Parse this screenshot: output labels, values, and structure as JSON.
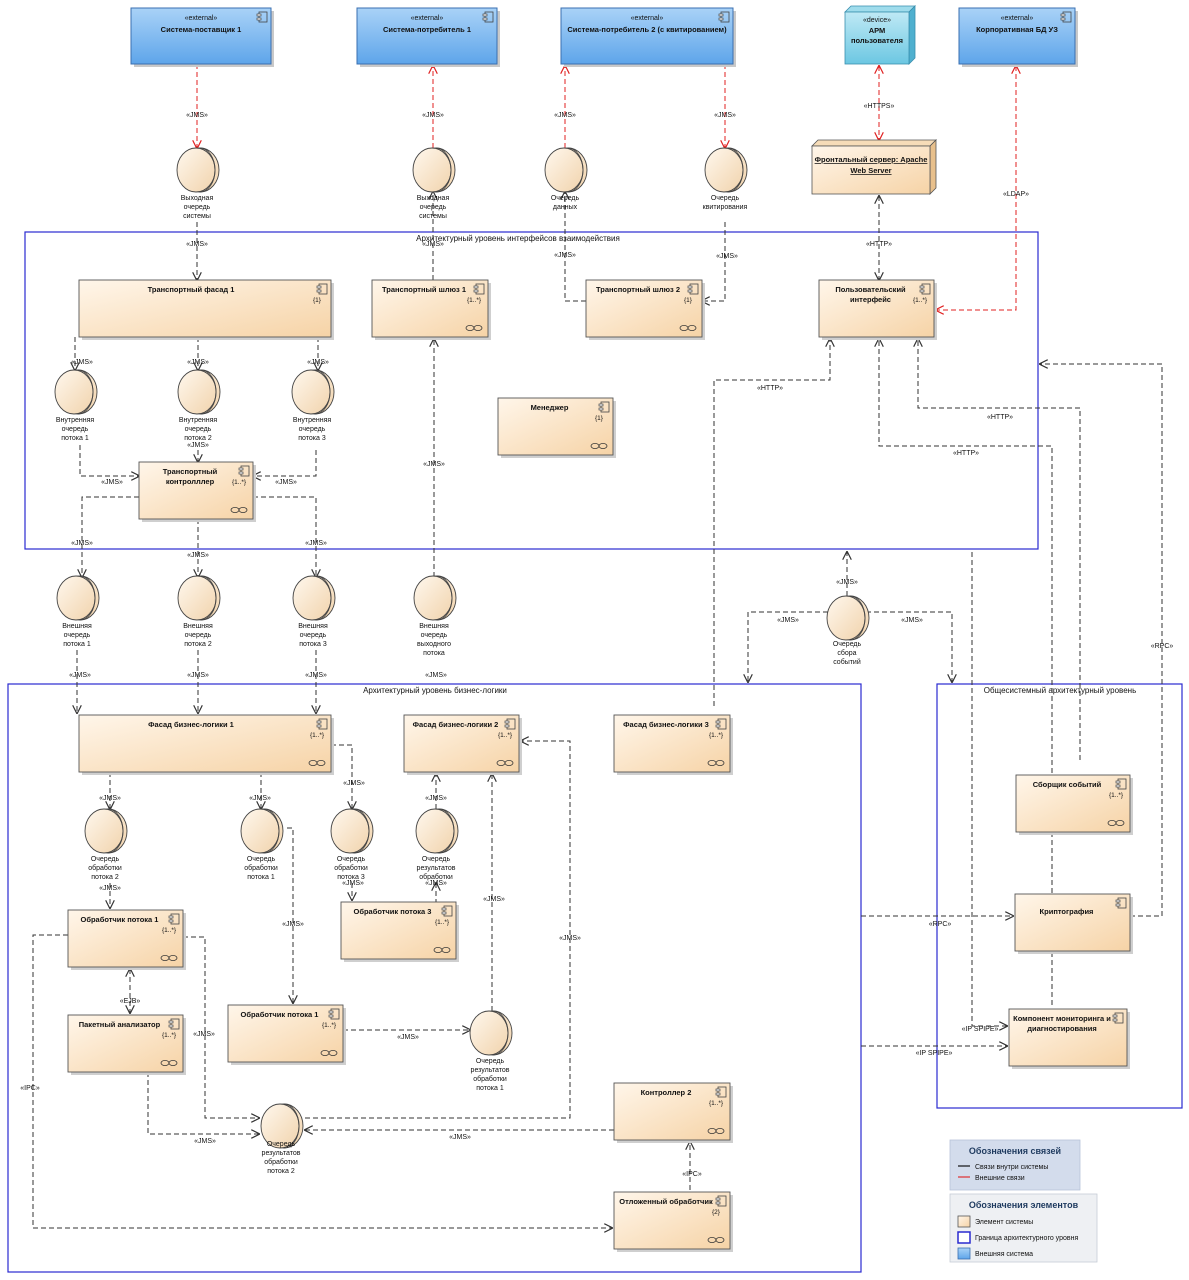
{
  "external_systems": [
    {
      "id": "supplier",
      "stereotype": "«external»",
      "name": "Система-поставщик 1"
    },
    {
      "id": "consumer1",
      "stereotype": "«external»",
      "name": "Система-потребитель 1"
    },
    {
      "id": "consumer2",
      "stereotype": "«external»",
      "name": "Система-потребитель 2 (с квитированием)"
    },
    {
      "id": "arm",
      "stereotype": "«device»",
      "name": [
        "АРМ",
        "пользователя"
      ]
    },
    {
      "id": "corpdb",
      "stereotype": "«external»",
      "name": "Корпоративная БД УЗ"
    }
  ],
  "frontend_server": {
    "name": [
      "Фронтальный сервер: Apache",
      "Web Server"
    ]
  },
  "boundaries": [
    {
      "id": "interface",
      "title": "Архитектурный уровень интерфейсов взаимодействия"
    },
    {
      "id": "business",
      "title": "Архитектурный уровень бизнес-логики"
    },
    {
      "id": "system",
      "title": "Общесистемный архитектурный уровень"
    }
  ],
  "components": [
    {
      "id": "tf1",
      "name": [
        "Транспортный фасад 1"
      ],
      "mult": "{1}",
      "ovals": false
    },
    {
      "id": "tg1",
      "name": [
        "Транспортный шлюз 1"
      ],
      "mult": "{1..*}",
      "ovals": true
    },
    {
      "id": "tg2",
      "name": [
        "Транспортный шлюз 2"
      ],
      "mult": "{1}",
      "ovals": true
    },
    {
      "id": "ui",
      "name": [
        "Пользовательский",
        "интерфейс"
      ],
      "mult": "{1..*}",
      "ovals": false
    },
    {
      "id": "mgr",
      "name": [
        "Менеджер"
      ],
      "mult": "{1}",
      "ovals": true
    },
    {
      "id": "tc",
      "name": [
        "Транспортный",
        "контролллер"
      ],
      "mult": "{1..*}",
      "ovals": true
    },
    {
      "id": "bf1",
      "name": [
        "Фасад бизнес-логики 1"
      ],
      "mult": "{1..*}",
      "ovals": true
    },
    {
      "id": "bf2",
      "name": [
        "Фасад бизнес-логики 2"
      ],
      "mult": "{1..*}",
      "ovals": true
    },
    {
      "id": "bf3",
      "name": [
        "Фасад бизнес-логики 3"
      ],
      "mult": "{1..*}",
      "ovals": true
    },
    {
      "id": "h1a",
      "name": [
        "Обработчик потока 1"
      ],
      "mult": "{1..*}",
      "ovals": true
    },
    {
      "id": "h3",
      "name": [
        "Обработчик потока 3"
      ],
      "mult": "{1..*}",
      "ovals": true
    },
    {
      "id": "pa",
      "name": [
        "Пакетный анализатор"
      ],
      "mult": "{1..*}",
      "ovals": true
    },
    {
      "id": "h1b",
      "name": [
        "Обработчик потока 1"
      ],
      "mult": "{1..*}",
      "ovals": true
    },
    {
      "id": "c2",
      "name": [
        "Контроллер 2"
      ],
      "mult": "{1..*}",
      "ovals": true
    },
    {
      "id": "dh",
      "name": [
        "Отложенный обработчик"
      ],
      "mult": "{2}",
      "ovals": true
    },
    {
      "id": "ec",
      "name": [
        "Сборщик событий"
      ],
      "mult": "{1..*}",
      "ovals": true
    },
    {
      "id": "cr",
      "name": [
        "Криптография"
      ],
      "mult": "",
      "ovals": false
    },
    {
      "id": "mon",
      "name": [
        "Компонент мониторинга и",
        "диагностирования"
      ],
      "mult": "",
      "ovals": false
    }
  ],
  "queues": [
    {
      "id": "q_out_sys1",
      "label": [
        "Выходная",
        "очередь",
        "системы"
      ]
    },
    {
      "id": "q_out_sys2",
      "label": [
        "Выходная",
        "очередь",
        "системы"
      ]
    },
    {
      "id": "q_data",
      "label": [
        "Очередь",
        "данных"
      ]
    },
    {
      "id": "q_ack",
      "label": [
        "Очередь",
        "квитирования"
      ]
    },
    {
      "id": "q_in1",
      "label": [
        "Внутренняя",
        "очередь",
        "потока 1"
      ]
    },
    {
      "id": "q_in2",
      "label": [
        "Внутренняя",
        "очередь",
        "потока 2"
      ]
    },
    {
      "id": "q_in3",
      "label": [
        "Внутренняя",
        "очередь",
        "потока 3"
      ]
    },
    {
      "id": "q_ext1",
      "label": [
        "Внешняя",
        "очередь",
        "потока 1"
      ]
    },
    {
      "id": "q_ext2",
      "label": [
        "Внешняя",
        "очередь",
        "потока 2"
      ]
    },
    {
      "id": "q_ext3",
      "label": [
        "Внешняя",
        "очередь",
        "потока 3"
      ]
    },
    {
      "id": "q_extout",
      "label": [
        "Внешняя",
        "очередь",
        "выходного",
        "потока"
      ]
    },
    {
      "id": "q_events",
      "label": [
        "Очередь",
        "сбора",
        "событий"
      ]
    },
    {
      "id": "q_proc2",
      "label": [
        "Очередь",
        "обработки",
        "потока 2"
      ]
    },
    {
      "id": "q_proc1",
      "label": [
        "Очередь",
        "обработки",
        "потока 1"
      ]
    },
    {
      "id": "q_proc3",
      "label": [
        "Очередь",
        "обработки",
        "потока 3"
      ]
    },
    {
      "id": "q_res_top",
      "label": [
        "Очередь",
        "результатов",
        "обработки"
      ]
    },
    {
      "id": "q_res1",
      "label": [
        "Очередь",
        "результатов",
        "обработки",
        "потока 1"
      ]
    },
    {
      "id": "q_res2",
      "label": [
        "Очередь",
        "результатов",
        "обработки",
        "потока 2"
      ]
    }
  ],
  "connector_labels": {
    "jms": "«JMS»",
    "https": "«HTTPS»",
    "http": "«HTTP»",
    "ldap": "«LDAP»",
    "rpc": "«RPC»",
    "ejb": "«EJB»",
    "ipc": "«IPC»",
    "ipspipe": "«IP SPIPE»"
  },
  "legend": {
    "links": {
      "title": "Обозначения связей",
      "items": [
        {
          "label": "Связи внутри системы",
          "color": "#000000"
        },
        {
          "label": "Внешние связи",
          "color": "#e02020"
        }
      ]
    },
    "elements": {
      "title": "Обозначения элементов",
      "items": [
        {
          "label": "Элемент системы",
          "kind": "element"
        },
        {
          "label": "Граница архитектурного уровня",
          "kind": "boundary"
        },
        {
          "label": "Внешняя система",
          "kind": "external"
        }
      ]
    }
  },
  "colors": {
    "element_fill": "#fbe3c2",
    "external_fill": "#7fb8ee",
    "boundary": "#2a2ad0",
    "external_link": "#e02020",
    "internal_link": "#333333"
  }
}
